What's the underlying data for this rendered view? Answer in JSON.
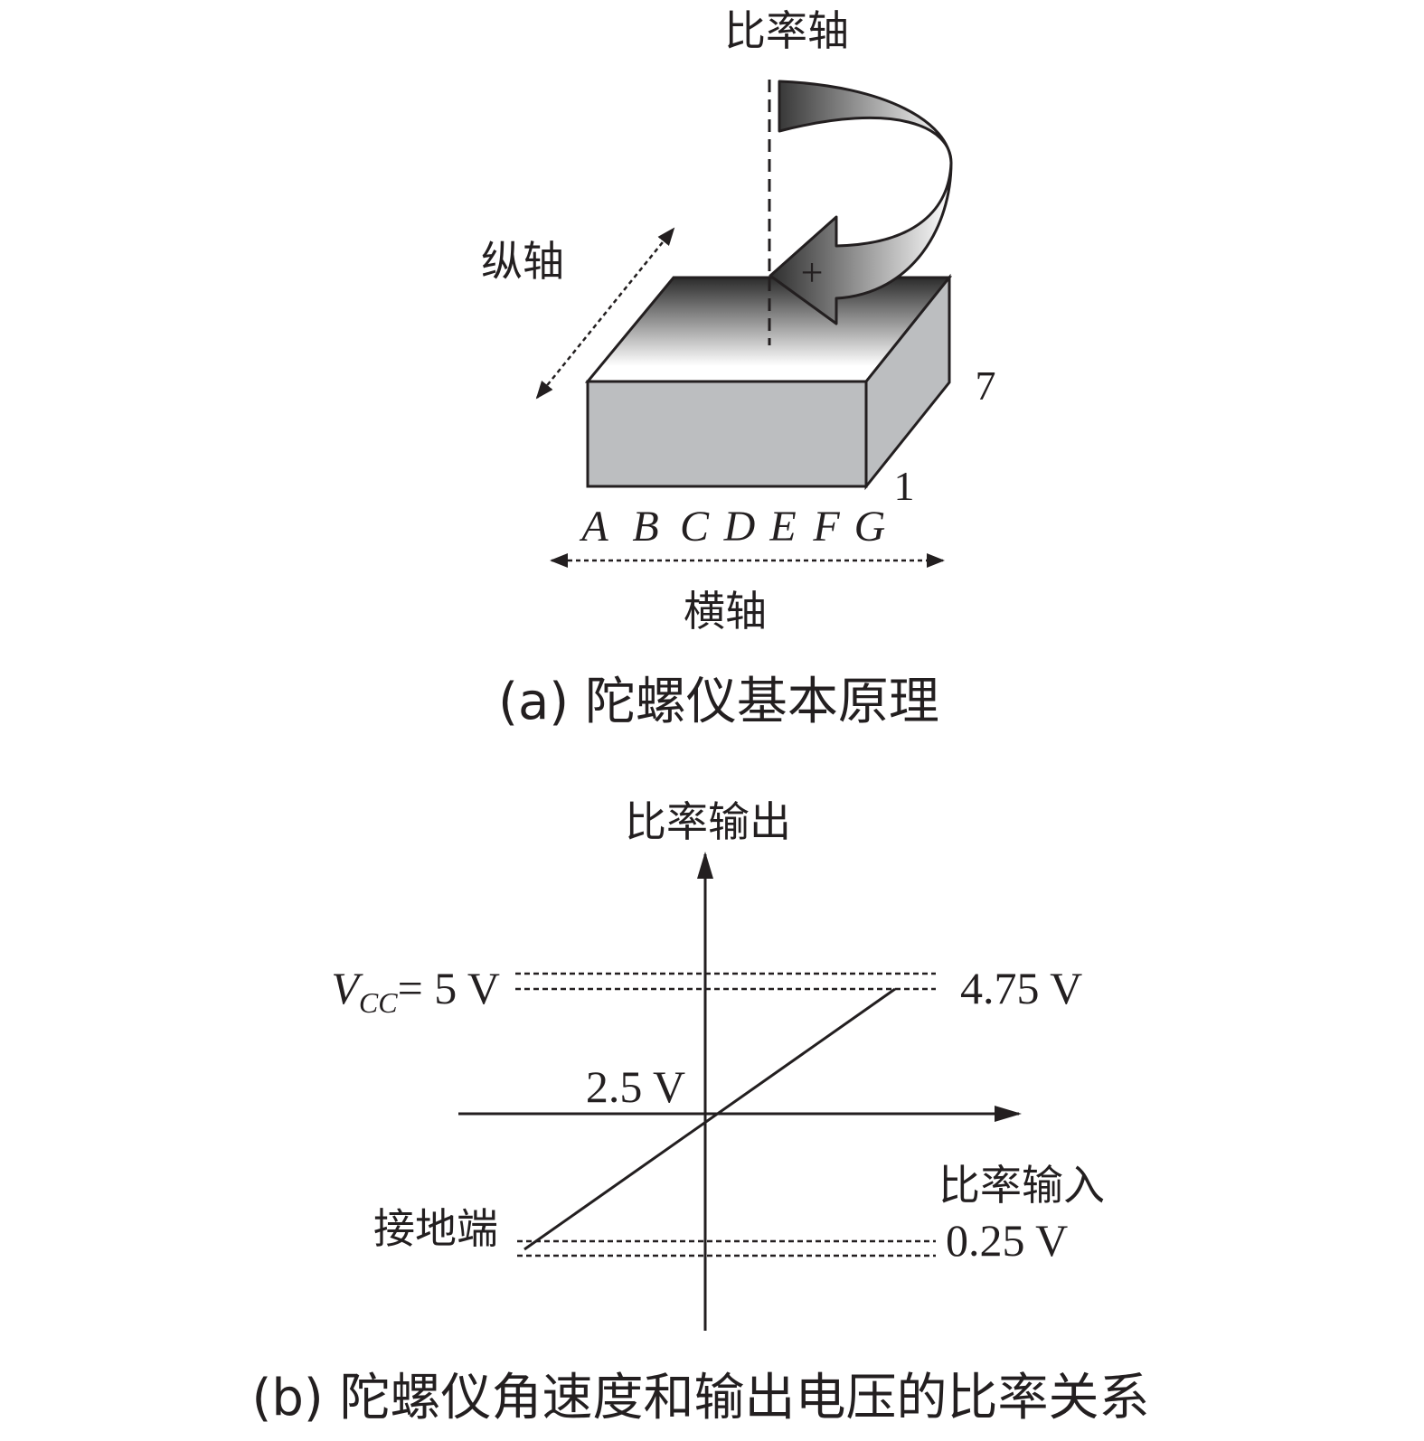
{
  "diagram_a": {
    "rate_axis_label": "比率轴",
    "longitudinal_axis_label": "纵轴",
    "lateral_axis_label": "横轴",
    "rotation_sign": "+",
    "pin_count_top": "7",
    "pin_count_bottom": "1",
    "pin_letters": [
      "A",
      "B",
      "C",
      "D",
      "E",
      "F",
      "G"
    ],
    "caption": "(a) 陀螺仪基本原理"
  },
  "diagram_b": {
    "y_axis_label": "比率输出",
    "x_axis_label": "比率输入",
    "vcc_symbol": "V",
    "vcc_subscript": "CC",
    "vcc_value": "= 5 V",
    "max_output_label": "4.75 V",
    "zero_rate_label": "2.5 V",
    "ground_label": "接地端",
    "min_output_label": "0.25 V",
    "caption": "(b) 陀螺仪角速度和输出电压的比率关系"
  },
  "colors": {
    "ink": "#231f20",
    "block_front": "#bcbec0",
    "block_side": "#bcbec0"
  }
}
